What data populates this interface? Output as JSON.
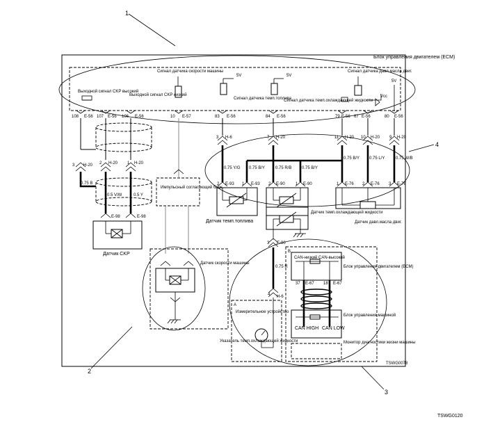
{
  "callouts": [
    "1",
    "2",
    "3",
    "4"
  ],
  "ecm": {
    "title": "Блок управления двигателем (ECM)",
    "lbl_ckp_high": "Выходной сигнал CKP высокий",
    "lbl_ckp_low": "Выходной сигнал CKP низкий",
    "lbl_vss": "Сигнал датчика скорости машины",
    "lbl_sv": "5V",
    "lbl_iat": "Сигнал датчика темп.топлива",
    "lbl_ect": "Сигнал датчика темп.охлаждающей жидкости",
    "lbl_map": "Сигнал датчика давл.масла двиг.",
    "lbl_vcc": "Vcc",
    "pins": [
      "108",
      "107",
      "106",
      "10",
      "83",
      "84",
      "79",
      "67",
      "80"
    ],
    "pin_conn": [
      "E-56",
      "E-56",
      "E-56",
      "E-57",
      "E-56",
      "E-56",
      "E-56",
      "E-56",
      "E-56"
    ]
  },
  "connectors": {
    "h20_a": "H-20",
    "h20_b": "H-20",
    "h20_c": "H-20",
    "h6": "H-6",
    "h20_d": "H-20",
    "h20_e": "H-20",
    "h20_f": "H-20",
    "h20_g": "H-20",
    "pin3": "3",
    "pin2": "2",
    "pin1": "1",
    "pin7": "7",
    "pin11": "11",
    "pin10": "10",
    "pin9": "9",
    "e98_a": "E-98",
    "e98_b": "E-98",
    "e93_a": "E-93",
    "e93_b": "E-93",
    "e90_a": "E-90",
    "e90_b": "E-90",
    "e90_c": "E-90",
    "e76_a": "E-76",
    "e76_b": "E-76",
    "e76_c": "E-76",
    "h6_lower": "H-6",
    "pin4": "4",
    "pin3b": "3",
    "e67_a": "E-67",
    "e67_b": "E-67",
    "pin37": "37",
    "pin18": "18"
  },
  "wires": {
    "w075b": "0.75 B",
    "w05vw": "0.5 V/W",
    "w05y": "0.5 Y",
    "w075yg": "0.75 Y/G",
    "w075by": "0.75 B/Y",
    "w075rb": "0.75 R/B",
    "w075by2": "0.75 B/Y",
    "w075by3": "0.75 B/Y",
    "w075ly": "0.75 L/Y",
    "w075wb": "0.75 W/B",
    "w075r": "0.75 R"
  },
  "components": {
    "ckp": "Датчик CKP",
    "pulse": "Импульсный согласующий блок",
    "vss": "Датчик скорости машины",
    "fuel_temp": "Датчик темп.топлива",
    "ect": "Датчик темп.охлаждающей жидкости",
    "oil_press": "Датчик давл.масла двиг.",
    "gauge_box": "Измерительное устройство",
    "gauge": "Указатель темп.охлаждающей жидкости",
    "ecm_can": "Блок управления двигателем (ECM)",
    "body_ecu": "Блок управления машиной",
    "can_high": "CAN HIGH",
    "can_low": "CAN LOW",
    "can_lo_top": "CAN-низкий",
    "can_hi_top": "CAN-высокий",
    "monitor": "Монитор диагностики жизни машины",
    "box_a": "A",
    "box_b": "B"
  },
  "codes": {
    "inner": "TSWG0078",
    "outer": "TSWG0120"
  }
}
